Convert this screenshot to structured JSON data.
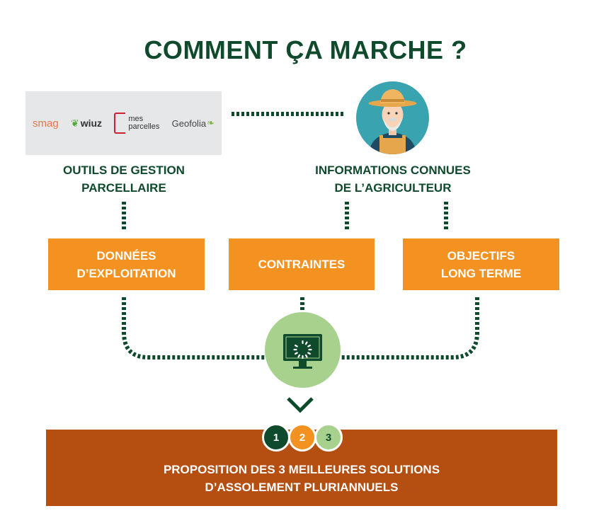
{
  "title": "COMMENT ÇA MARCHE ?",
  "logos": {
    "smag": "smag",
    "wiuz": "wiuz",
    "mes_parcelles_line1": "mes",
    "mes_parcelles_line2": "parcelles",
    "geofolia": "Geofolia"
  },
  "left_label": {
    "line1": "OUTILS DE GESTION",
    "line2": "PARCELLAIRE"
  },
  "right_label": {
    "line1": "INFORMATIONS CONNUES",
    "line2": "DE L’AGRICULTEUR"
  },
  "boxes": [
    {
      "line1": "DONNÉES",
      "line2": "D’EXPLOITATION"
    },
    {
      "line1": "CONTRAINTES",
      "line2": ""
    },
    {
      "line1": "OBJECTIFS",
      "line2": "LONG TERME"
    }
  ],
  "badges": [
    "1",
    "2",
    "3"
  ],
  "result": {
    "line1": "PROPOSITION DES 3 MEILLEURES SOLUTIONS",
    "line2": "D’ASSOLEMENT PLURIANNUELS"
  },
  "colors": {
    "dark_green": "#0f4a2c",
    "orange": "#f39121",
    "light_green": "#a9d18e",
    "rust": "#b44e11",
    "logo_panel": "#e6e7e8"
  }
}
